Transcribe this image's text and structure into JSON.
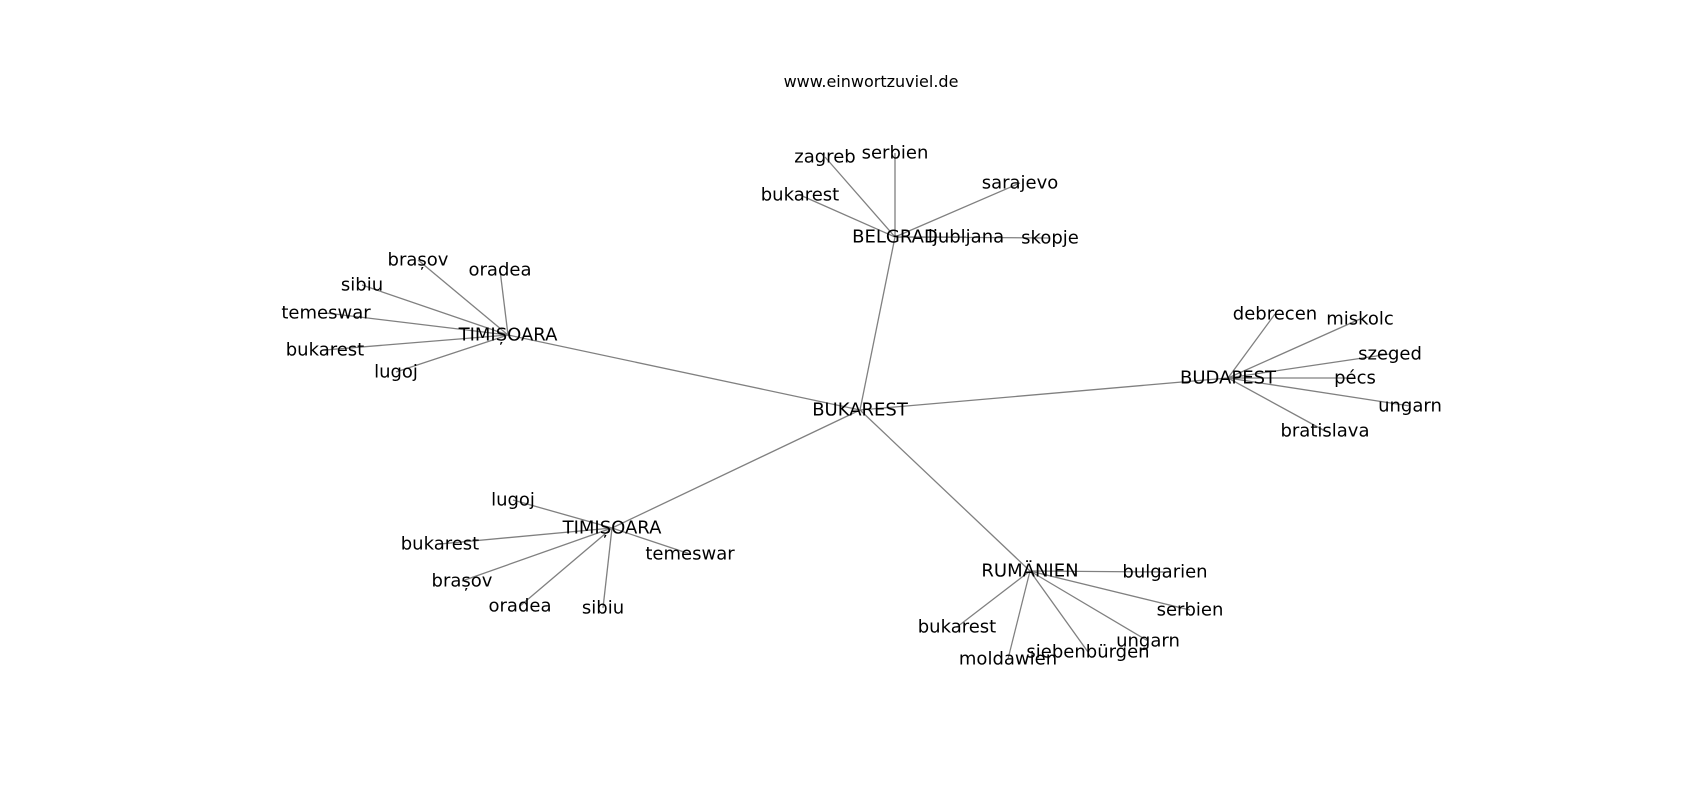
{
  "title": "www.einwortzuviel.de",
  "colors": {
    "edge": "#808080",
    "text": "#000000",
    "background": "#ffffff"
  },
  "graph": {
    "center": "BUKAREST",
    "hubs": [
      {
        "label": "BELGRAD",
        "leaves": [
          "bukarest",
          "zagreb",
          "serbien",
          "sarajevo",
          "skopje",
          "ljubljana"
        ]
      },
      {
        "label": "TIMIȘOARA",
        "leaves": [
          "brașov",
          "oradea",
          "sibiu",
          "temeswar",
          "bukarest",
          "lugoj"
        ]
      },
      {
        "label": "BUDAPEST",
        "leaves": [
          "debrecen",
          "miskolc",
          "szeged",
          "pécs",
          "ungarn",
          "bratislava"
        ]
      },
      {
        "label": "TIMIȘOARA",
        "leaves": [
          "lugoj",
          "bukarest",
          "brașov",
          "oradea",
          "sibiu",
          "temeswar"
        ]
      },
      {
        "label": "RUMÄNIEN",
        "leaves": [
          "bulgarien",
          "serbien",
          "ungarn",
          "siebenbürgen",
          "moldawien",
          "bukarest"
        ]
      }
    ]
  }
}
